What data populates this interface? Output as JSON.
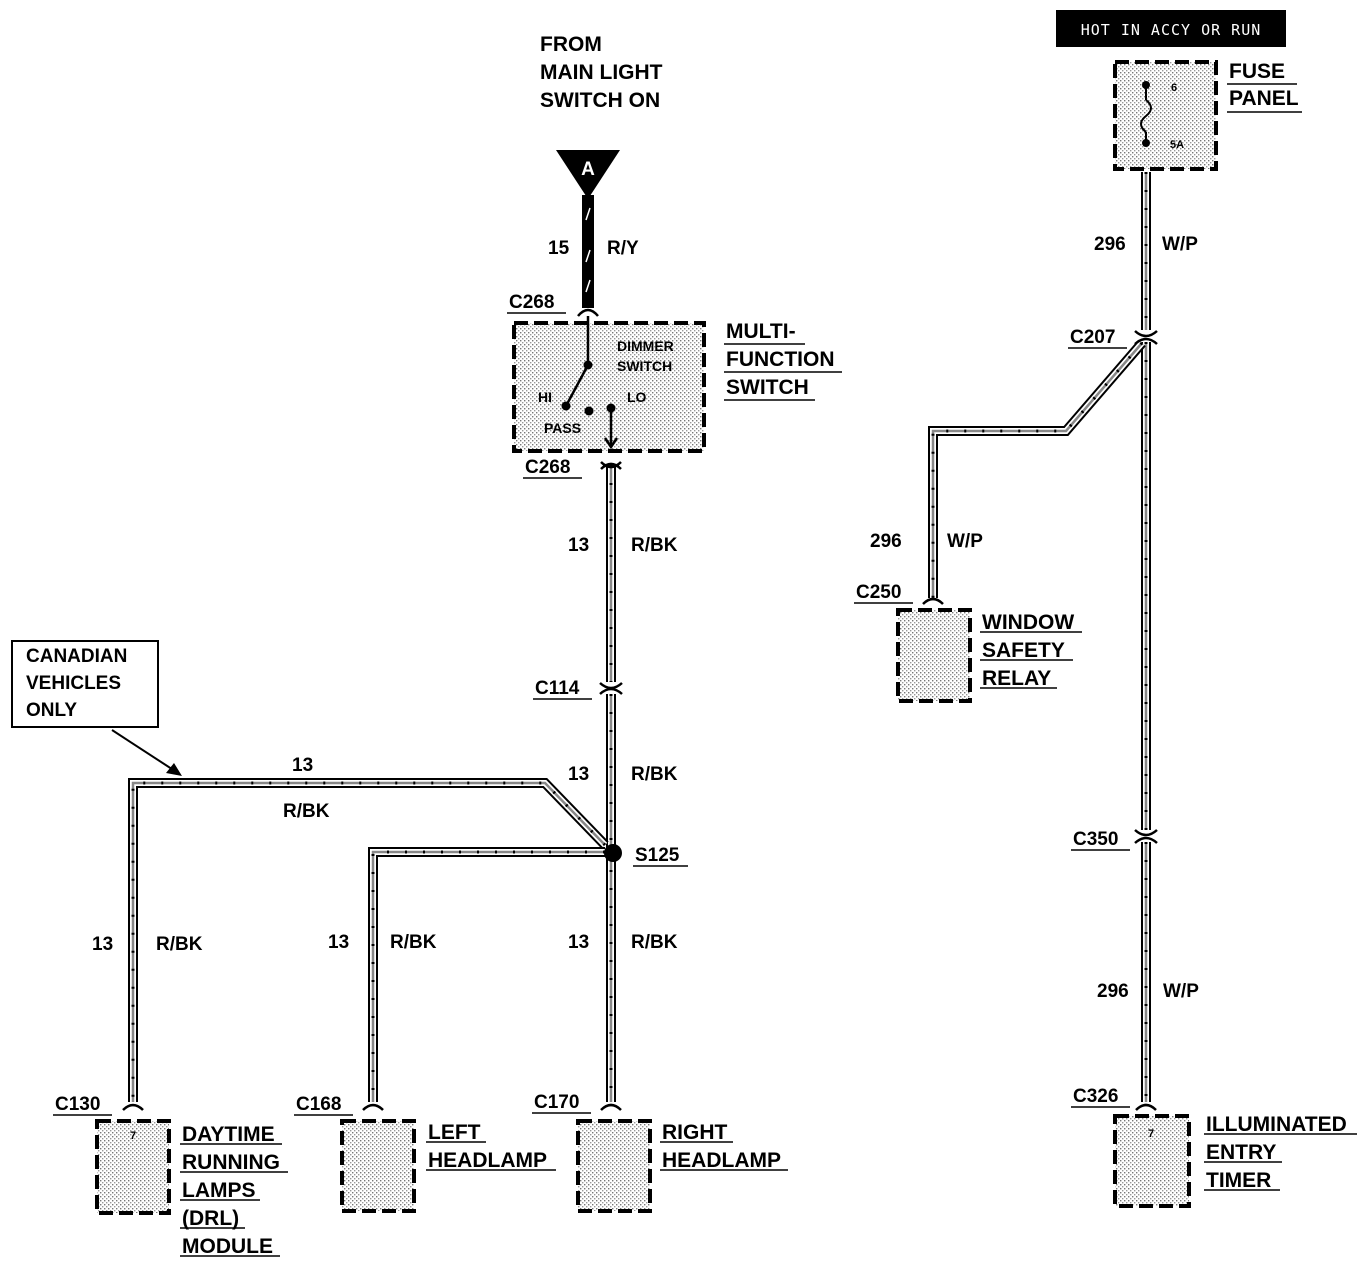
{
  "source": {
    "lines": [
      "FROM",
      "MAIN LIGHT",
      "SWITCH ON"
    ],
    "connector_letter": "A"
  },
  "hot_label": "HOT IN ACCY OR RUN",
  "fuse_panel": {
    "lines": [
      "FUSE",
      "PANEL"
    ],
    "fuse_number": "6",
    "fuse_rating": "5A"
  },
  "multifunction_switch": {
    "lines": [
      "MULTI-",
      "FUNCTION",
      "SWITCH"
    ],
    "dimmer_lines": [
      "DIMMER",
      "SWITCH"
    ],
    "hi": "HI",
    "lo": "LO",
    "pass": "PASS"
  },
  "connectors": {
    "c268_top": "C268",
    "c268_bottom": "C268",
    "c114": "C114",
    "c207": "C207",
    "c250": "C250",
    "c350": "C350",
    "c326": "C326",
    "c130": "C130",
    "c168": "C168",
    "c170": "C170"
  },
  "splice": "S125",
  "callout": {
    "lines": [
      "CANADIAN",
      "VEHICLES",
      "ONLY"
    ]
  },
  "wires": {
    "w15": {
      "circuit": "15",
      "color": "R/Y"
    },
    "w13_upper": {
      "circuit": "13",
      "color": "R/BK"
    },
    "w13_mid": {
      "circuit": "13",
      "color": "R/BK"
    },
    "w13_drl_horiz": {
      "circuit": "13",
      "color": "R/BK"
    },
    "w13_drl": {
      "circuit": "13",
      "color": "R/BK"
    },
    "w13_left": {
      "circuit": "13",
      "color": "R/BK"
    },
    "w13_right": {
      "circuit": "13",
      "color": "R/BK"
    },
    "w296_fuse": {
      "circuit": "296",
      "color": "W/P"
    },
    "w296_relay": {
      "circuit": "296",
      "color": "W/P"
    },
    "w296_timer": {
      "circuit": "296",
      "color": "W/P"
    }
  },
  "components": {
    "drl": {
      "lines": [
        "DAYTIME",
        "RUNNING",
        "LAMPS",
        "(DRL)",
        "MODULE"
      ],
      "pin": "7"
    },
    "left_headlamp": {
      "lines": [
        "LEFT",
        "HEADLAMP"
      ]
    },
    "right_headlamp": {
      "lines": [
        "RIGHT",
        "HEADLAMP"
      ]
    },
    "window_relay": {
      "lines": [
        "WINDOW",
        "SAFETY",
        "RELAY"
      ]
    },
    "entry_timer": {
      "lines": [
        "ILLUMINATED",
        "ENTRY",
        "TIMER"
      ],
      "pin": "7"
    }
  }
}
